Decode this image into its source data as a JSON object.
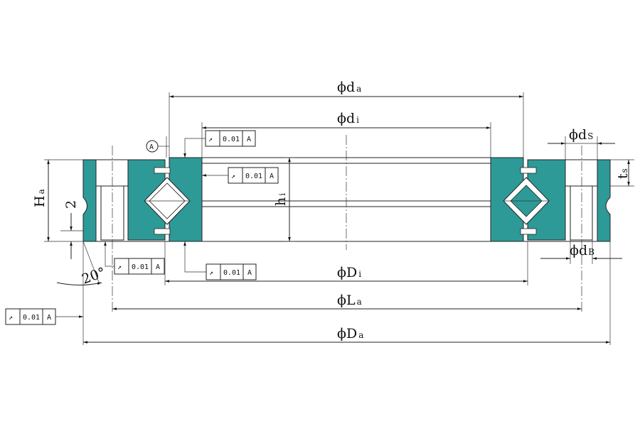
{
  "colors": {
    "section_fill": "#2e9a98",
    "line": "#222222",
    "background": "#ffffff"
  },
  "dimensions": {
    "da": {
      "symbol": "ϕd",
      "sub": "a"
    },
    "di": {
      "symbol": "ϕd",
      "sub": "i"
    },
    "ds": {
      "symbol": "ϕd",
      "sub": "S"
    },
    "Di": {
      "symbol": "ϕD",
      "sub": "i"
    },
    "La": {
      "symbol": "ϕL",
      "sub": "a"
    },
    "Da": {
      "symbol": "ϕD",
      "sub": "a"
    },
    "dB": {
      "symbol": "ϕd",
      "sub": "B"
    },
    "Ha": {
      "symbol": "H",
      "sub": "a"
    },
    "hi": {
      "symbol": "h",
      "sub": "i"
    },
    "ts": {
      "symbol": "t",
      "sub": "s"
    },
    "two": "2",
    "angle": "20°"
  },
  "datum": {
    "label": "A"
  },
  "tolerance_frames": [
    {
      "symbol": "↗",
      "value": "0.01",
      "datum": "A"
    },
    {
      "symbol": "↗",
      "value": "0.01",
      "datum": "A"
    },
    {
      "symbol": "↗",
      "value": "0.01",
      "datum": "A"
    },
    {
      "symbol": "↗",
      "value": "0.01",
      "datum": "A"
    },
    {
      "symbol": "↗",
      "value": "0.01",
      "datum": "A"
    }
  ]
}
